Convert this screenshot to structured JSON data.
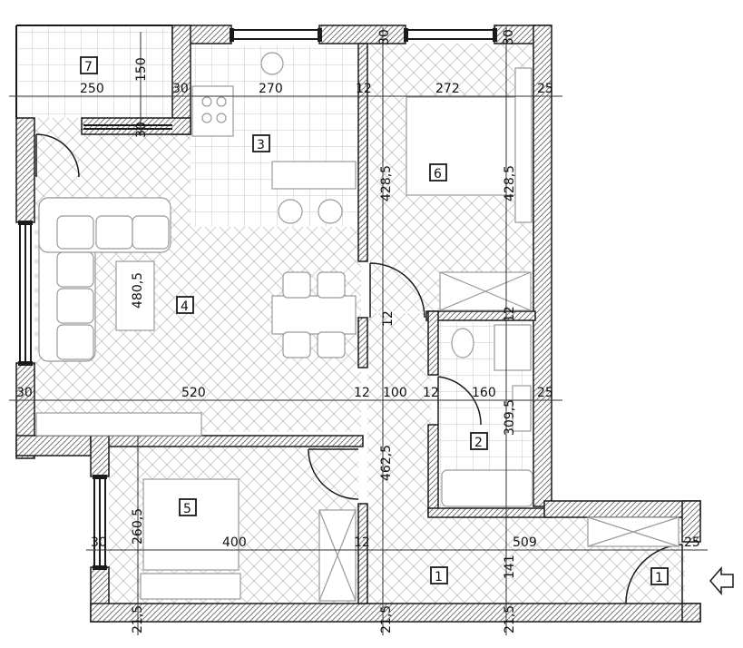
{
  "rooms": [
    {
      "id": "room-1a",
      "label": "1"
    },
    {
      "id": "room-1b",
      "label": "1"
    },
    {
      "id": "room-2",
      "label": "2"
    },
    {
      "id": "room-3",
      "label": "3"
    },
    {
      "id": "room-4",
      "label": "4"
    },
    {
      "id": "room-5",
      "label": "5"
    },
    {
      "id": "room-6",
      "label": "6"
    },
    {
      "id": "room-7",
      "label": "7"
    }
  ],
  "dimensions": {
    "balcony_w": "250",
    "balcony_h": "150",
    "wall_30_top": "30",
    "kitchen_w": "270",
    "wall_12_top": "12",
    "wall_30_top2": "30",
    "bedroom_w": "272",
    "wall_30_top3": "30",
    "wall_25_right": "25",
    "wall_30_balc": "30",
    "kitchen_depth": "428,5",
    "bedroom_depth": "428,5",
    "living_depth": "480,5",
    "door_12": "12",
    "wall_30_left": "30",
    "living_w": "520",
    "wall_12_mid": "12",
    "hall_w": "100",
    "wall_12_mid2": "12",
    "bath_w": "160",
    "bath_depth": "309,5",
    "wall_25_mid": "25",
    "wall_12_bath": "12",
    "hall_depth": "462,5",
    "room5_depth": "260,5",
    "wall_30_r5": "30",
    "room5_w": "400",
    "wall_12_r5": "12",
    "entry_w": "509",
    "entry_depth": "141",
    "wall_25_entry": "25",
    "bot_1": "21,5",
    "bot_2": "21,5",
    "bot_3": "21,5"
  },
  "colors": {
    "wall": "#1a1a1a",
    "hatch": "#9a9a9a",
    "tile": "#bdbdbd",
    "herring": "#c4c4c4",
    "furniture": "#888888"
  }
}
